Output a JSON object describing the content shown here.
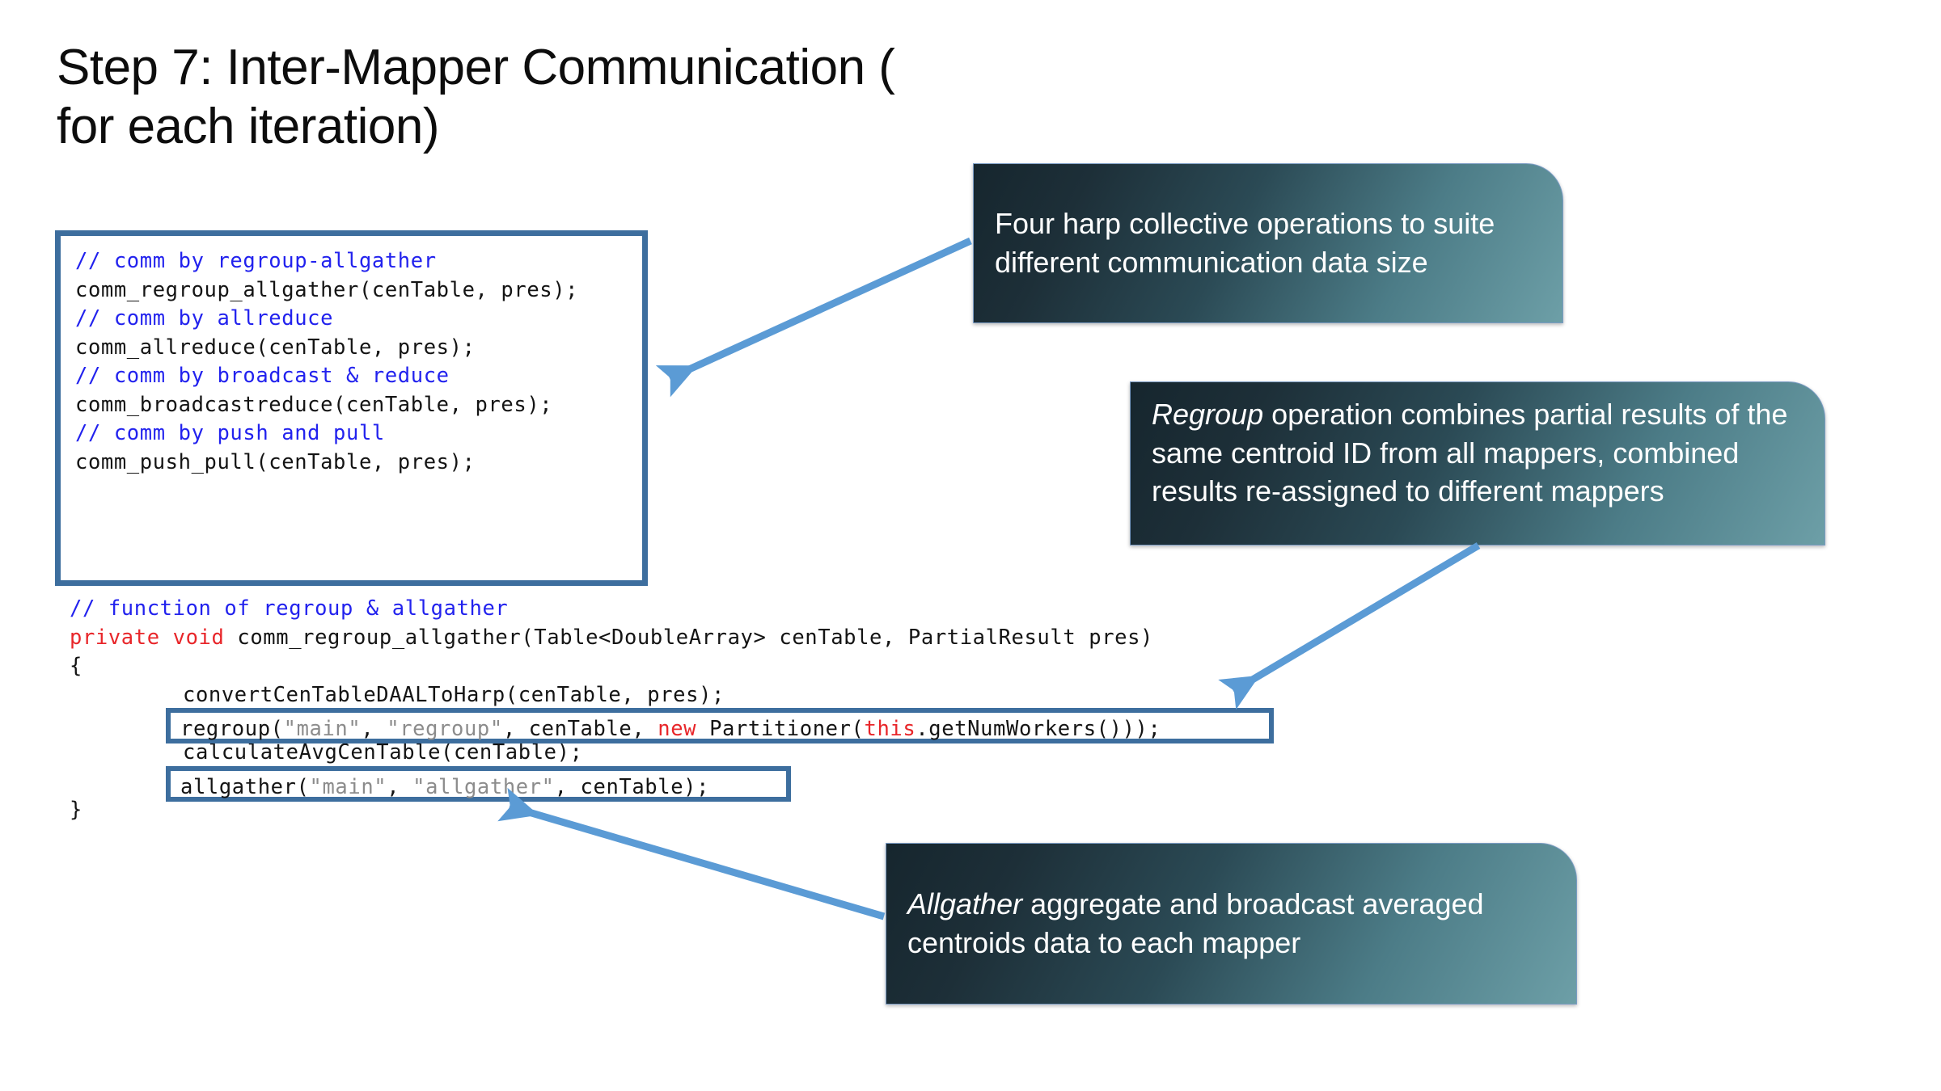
{
  "slide": {
    "title": "Step 7: Inter-Mapper Communication (\nfor each iteration)",
    "accent_border": "#3d6e9e",
    "arrow_color": "#5b9bd5",
    "comment_color": "#2222ee",
    "keyword_color": "#e8262a",
    "string_color": "#8c8c8c"
  },
  "code_box_top": {
    "lines": [
      {
        "id": "c1",
        "comment": "// comm by regroup-allgather"
      },
      {
        "id": "c2",
        "call": "comm_regroup_allgather(cenTable, pres);"
      },
      {
        "id": "c3",
        "blank": ""
      },
      {
        "id": "c4",
        "comment": "// comm by allreduce"
      },
      {
        "id": "c5",
        "call": "comm_allreduce(cenTable, pres);"
      },
      {
        "id": "c6",
        "blank": ""
      },
      {
        "id": "c7",
        "comment": "// comm by broadcast & reduce"
      },
      {
        "id": "c8",
        "call": "comm_broadcastreduce(cenTable, pres);"
      },
      {
        "id": "c9",
        "blank": ""
      },
      {
        "id": "c10",
        "comment": "// comm by push and pull"
      },
      {
        "id": "c11",
        "call": "comm_push_pull(cenTable, pres);"
      }
    ]
  },
  "code_lower": {
    "comment": "// function of regroup & allgather",
    "signature_keyword": "private void",
    "signature_rest": " comm_regroup_allgather(Table<DoubleArray> cenTable, PartialResult pres)",
    "brace_open": "{",
    "line_convert": "convertCenTableDAALToHarp(cenTable, pres);",
    "line_calc": "calculateAvgCenTable(cenTable);",
    "brace_close": "}",
    "regroup": {
      "fn": "regroup(",
      "str1": "\"main\"",
      "sep1": ", ",
      "str2": "\"regroup\"",
      "sep2": ", cenTable, ",
      "kw_new": "new",
      "mid": " Partitioner(",
      "kw_this": "this",
      "tail": ".getNumWorkers()));"
    },
    "allgather": {
      "fn": "allgather(",
      "str1": "\"main\"",
      "sep1": ", ",
      "str2": "\"allgather\"",
      "tail": ", cenTable);"
    }
  },
  "callouts": [
    {
      "id": "four",
      "text": "Four harp collective operations to suite different communication data size",
      "emphasis": ""
    },
    {
      "id": "regroup",
      "emphasis": "Regroup",
      "text": " operation combines partial results of the same centroid ID from all mappers, combined results re-assigned to different mappers"
    },
    {
      "id": "allgather",
      "emphasis": "Allgather",
      "text": " aggregate and broadcast averaged centroids data to each mapper"
    }
  ]
}
